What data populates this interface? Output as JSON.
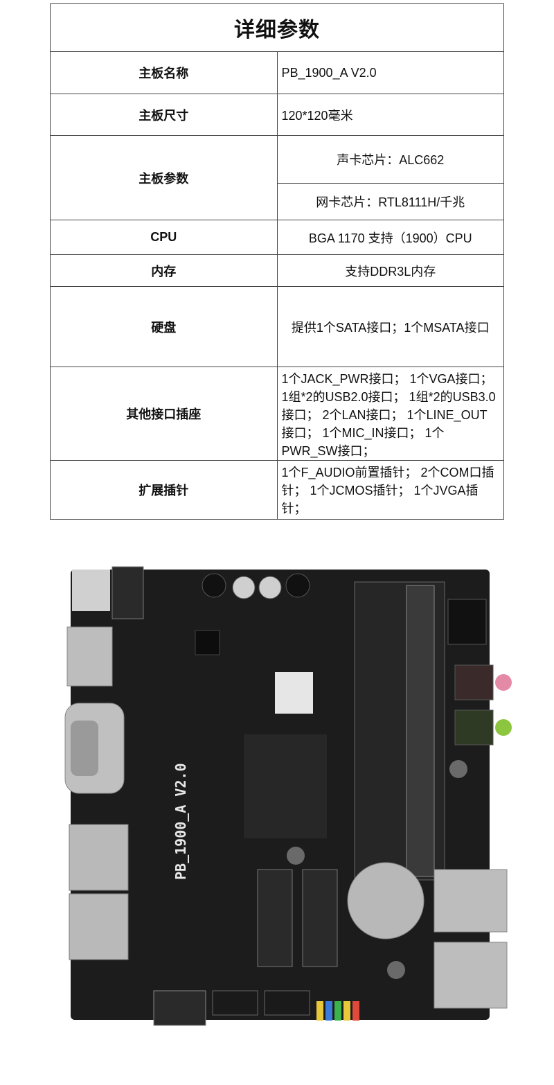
{
  "table": {
    "title": "详细参数",
    "rows": {
      "board_name": {
        "label": "主板名称",
        "value": "PB_1900_A V2.0"
      },
      "board_size": {
        "label": "主板尺寸",
        "value": "120*120毫米"
      },
      "board_params": {
        "label": "主板参数",
        "sound": "声卡芯片：ALC662",
        "network": "网卡芯片：RTL8111H/千兆"
      },
      "cpu": {
        "label": "CPU",
        "value": "BGA 1170  支持（1900）CPU"
      },
      "memory": {
        "label": "内存",
        "value": "支持DDR3L内存"
      },
      "storage": {
        "label": "硬盘",
        "value": "提供1个SATA接口；1个MSATA接口"
      },
      "other_ports": {
        "label": "其他接口插座",
        "value": "1个JACK_PWR接口； 1个VGA接口； 1组*2的USB2.0接口； 1组*2的USB3.0接口； 2个LAN接口； 1个LINE_OUT接口； 1个MIC_IN接口； 1个PWR_SW接口；"
      },
      "expansion": {
        "label": "扩展插针",
        "value": "1个F_AUDIO前置插针； 2个COM口插针； 1个JCMOS插针； 1个JVGA插针；"
      }
    }
  },
  "board_photo": {
    "silkscreen": "PB_1900_A V2.0",
    "colors": {
      "pcb": "#1c1c1c",
      "metal": "#c9c9c9",
      "pink_jack": "#e58aa6",
      "green_jack": "#8cc63f"
    }
  }
}
